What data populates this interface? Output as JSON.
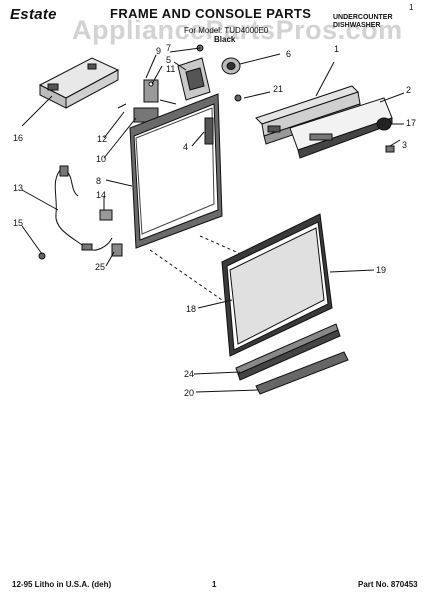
{
  "header": {
    "brand": "Estate",
    "title": "FRAME AND CONSOLE PARTS",
    "model_line": "For Model: TUD4000E0",
    "color_line": "Black",
    "product_line1": "UNDERCOUNTER",
    "product_line2": "DISHWASHER",
    "corner_mark": "1"
  },
  "watermark": "AppliancePartsPros.com",
  "callouts": [
    "1",
    "2",
    "3",
    "4",
    "5",
    "6",
    "7",
    "8",
    "9",
    "10",
    "11",
    "12",
    "13",
    "14",
    "15",
    "16",
    "17",
    "18",
    "19",
    "20",
    "21",
    "24",
    "25"
  ],
  "footer": {
    "litho": "12-95 Litho in U.S.A. (deh)",
    "page": "1",
    "part_no": "Part No. 870453"
  }
}
